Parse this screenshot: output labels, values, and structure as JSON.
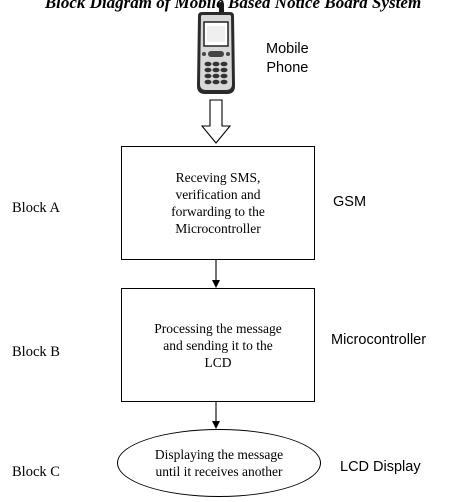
{
  "header": {
    "title": "Block Diagram of Mobile Based Notice Board System"
  },
  "phone": {
    "icon": "mobile-phone-icon",
    "label": "Mobile\nPhone"
  },
  "blocks": [
    {
      "label": "Block A",
      "text": "Receving SMS,\nverification and\nforwarding to the\nMicrocontroller",
      "component": "GSM"
    },
    {
      "label": "Block B",
      "text": "Processing the message\nand sending it to the\nLCD",
      "component": "Microcontroller"
    },
    {
      "label": "Block C",
      "text": "Displaying the message\nuntil it receives another",
      "component": "LCD Display"
    }
  ]
}
